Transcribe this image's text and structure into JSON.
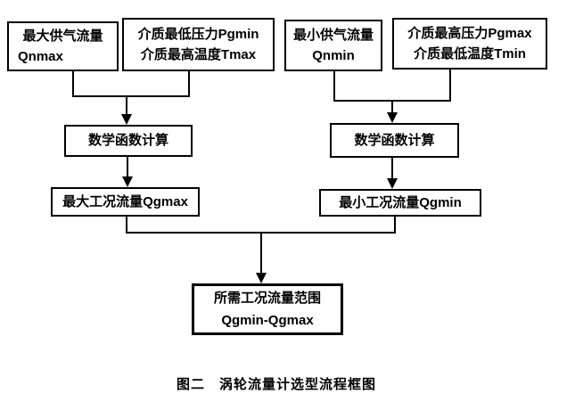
{
  "colors": {
    "background": "#ffffff",
    "line": "#000000",
    "text": "#000000"
  },
  "nodes": {
    "max_supply": {
      "line1": "最大供气流量",
      "line2": "Qnmax"
    },
    "medium_min_pressure_max_temp": {
      "line1": "介质最低压力Pgmin",
      "line2": "介质最高温度Tmax"
    },
    "min_supply": {
      "line1": "最小供气流量",
      "line2": "Qnmin"
    },
    "medium_max_pressure_min_temp": {
      "line1": "介质最高压力Pgmax",
      "line2": "介质最低温度Tmin"
    },
    "math_left": {
      "label": "数学函数计算"
    },
    "math_right": {
      "label": "数学函数计算"
    },
    "qgmax": {
      "label": "最大工况流量Qgmax"
    },
    "qgmin": {
      "label": "最小工况流量Qgmin"
    },
    "range": {
      "line1": "所需工况流量范围",
      "line2": "Qgmin-Qgmax"
    }
  },
  "caption": "图二　涡轮流量计选型流程框图"
}
